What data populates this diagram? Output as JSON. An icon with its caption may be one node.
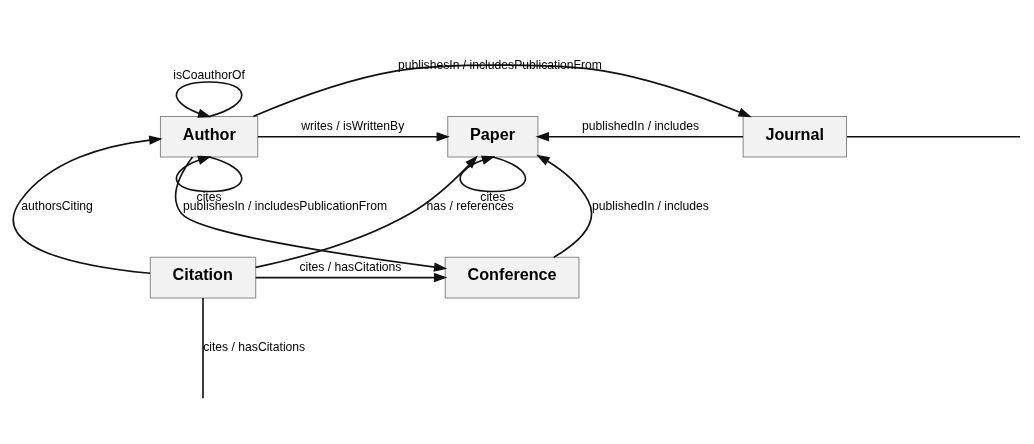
{
  "diagram": {
    "nodes": [
      {
        "text": [
          "Author"
        ]
      },
      {
        "text": [
          "Paper"
        ]
      },
      {
        "text": [
          "Journal"
        ]
      },
      {
        "text": [
          "Citation"
        ]
      },
      {
        "text": [
          "Conference"
        ]
      }
    ],
    "edges": [
      {
        "from": 0,
        "to": 0,
        "arrow": "to",
        "label": "isCoauthorOf"
      },
      {
        "from": 0,
        "to": 0,
        "arrow": "to",
        "label": "cites"
      },
      {
        "from": 0,
        "to": 2,
        "arrow": "to",
        "label": "publishesIn / includesPublicationFrom"
      },
      {
        "from": 0,
        "to": 1,
        "arrow": "to",
        "label": "writes / isWrittenBy"
      },
      {
        "from": 2,
        "to": 1,
        "arrow": "to",
        "label": "publishedIn / includes"
      },
      {
        "from": 3,
        "to": 1,
        "arrow": "to",
        "label": "has / references"
      },
      {
        "from": 1,
        "to": 1,
        "arrow": "to",
        "label": "cites"
      },
      {
        "from": 4,
        "to": 1,
        "arrow": "to",
        "label": "publishedIn / includes"
      },
      {
        "from": 3,
        "to": 0,
        "arrow": "to",
        "label": "authorsCiting"
      },
      {
        "from": 3,
        "to": 4,
        "arrow": "to",
        "label": "cites / hasCitations"
      },
      {
        "from": 3,
        "to": null,
        "arrow": "none",
        "label": "cites / hasCitations"
      },
      {
        "from": 0,
        "to": 4,
        "arrow": "to",
        "label": "publishesIn / includesPublicationFrom"
      },
      {
        "from": 2,
        "to": null,
        "arrow": "none"
      }
    ]
  }
}
